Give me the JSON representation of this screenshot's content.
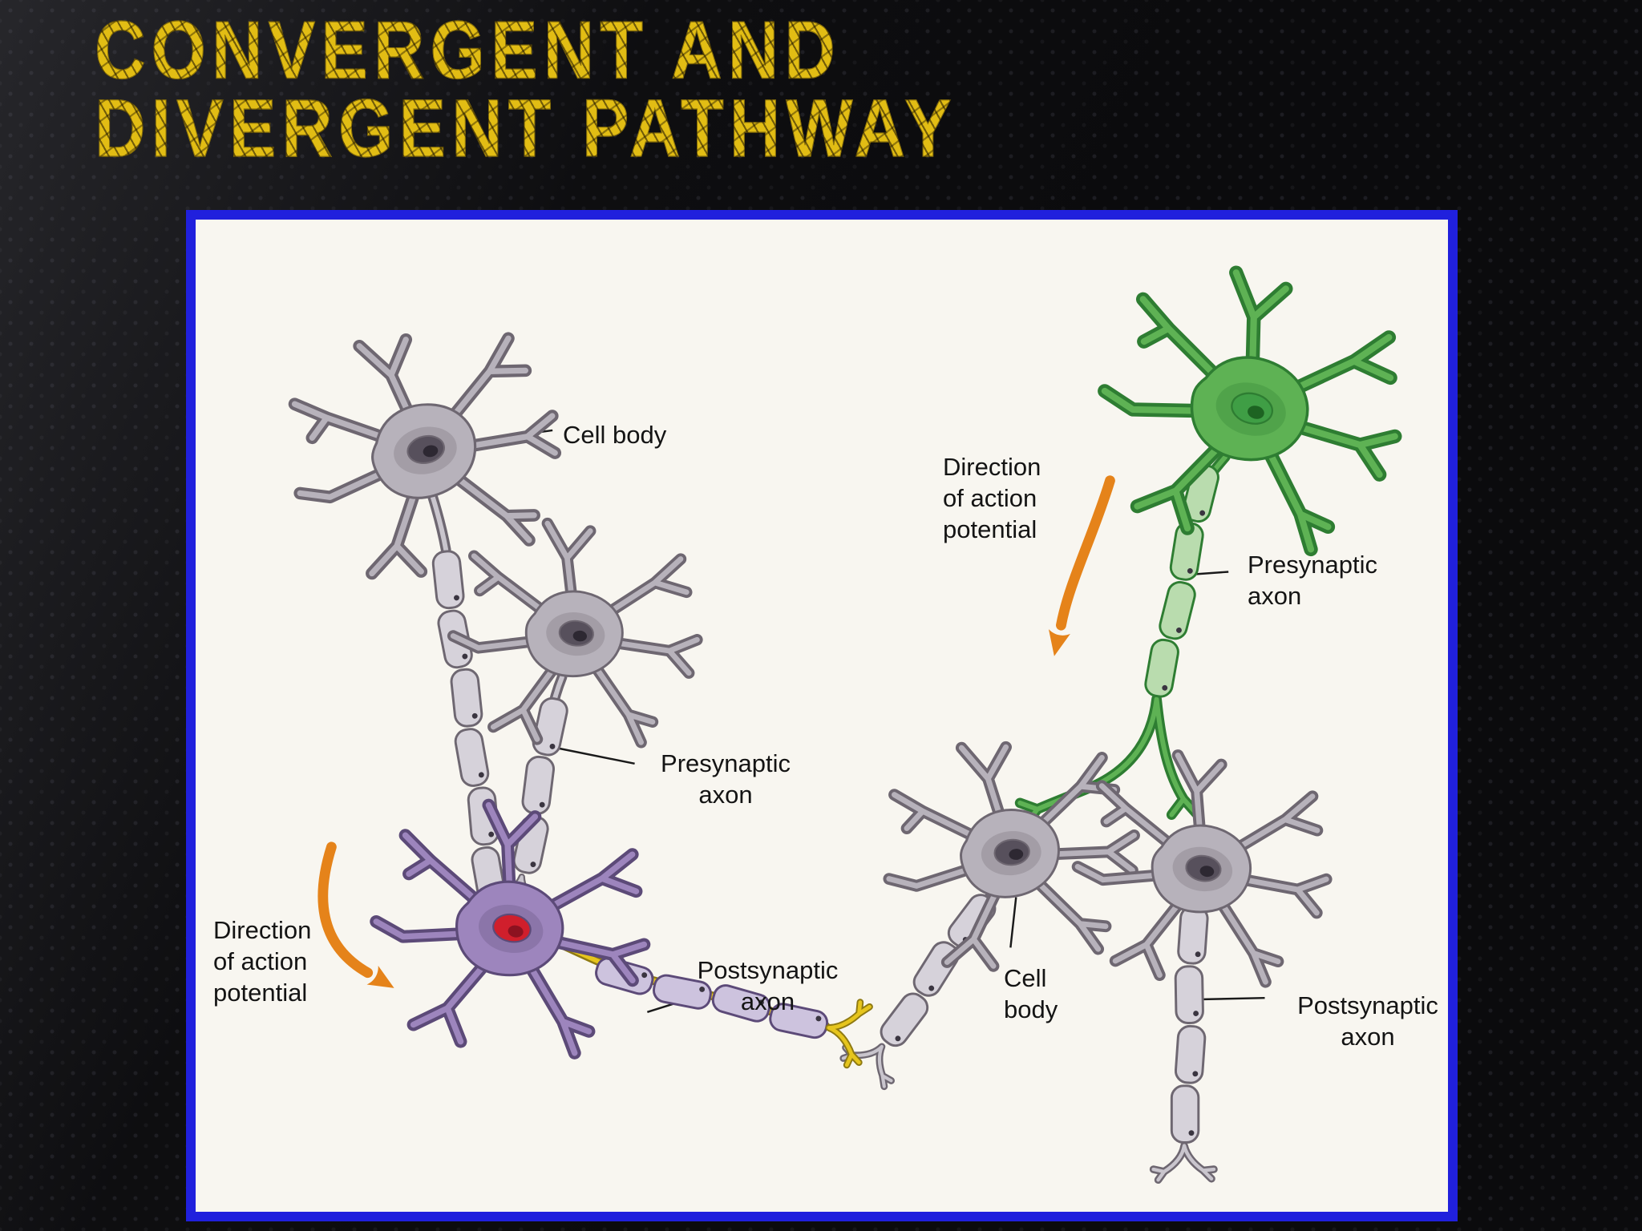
{
  "slide": {
    "title": {
      "line1": "CONVERGENT AND",
      "line2": "DIVERGENT PATHWAY"
    }
  },
  "diagram": {
    "left": {
      "cell_body_label": "Cell body",
      "presynaptic_axon_label": "Presynaptic\naxon",
      "direction_label": "Direction\nof action\npotential",
      "postsynaptic_axon_label": "Postsynaptic\naxon"
    },
    "right": {
      "direction_label": "Direction\nof action\npotential",
      "presynaptic_axon_label": "Presynaptic\naxon",
      "cell_body_label": "Cell\nbody",
      "postsynaptic_axon_label": "Postsynaptic\naxon"
    },
    "colors": {
      "title_yellow": "#e2bd14",
      "panel_border_blue": "#2020dd",
      "panel_bg": "#f8f6f0",
      "neuron_gray": "#b7b2bb",
      "neuron_green": "#5eb254",
      "neuron_purple": "#9d85bd",
      "nucleus_red": "#d01f2c",
      "axon_yellow": "#e6c51d",
      "arrow_orange": "#e5831a"
    }
  }
}
